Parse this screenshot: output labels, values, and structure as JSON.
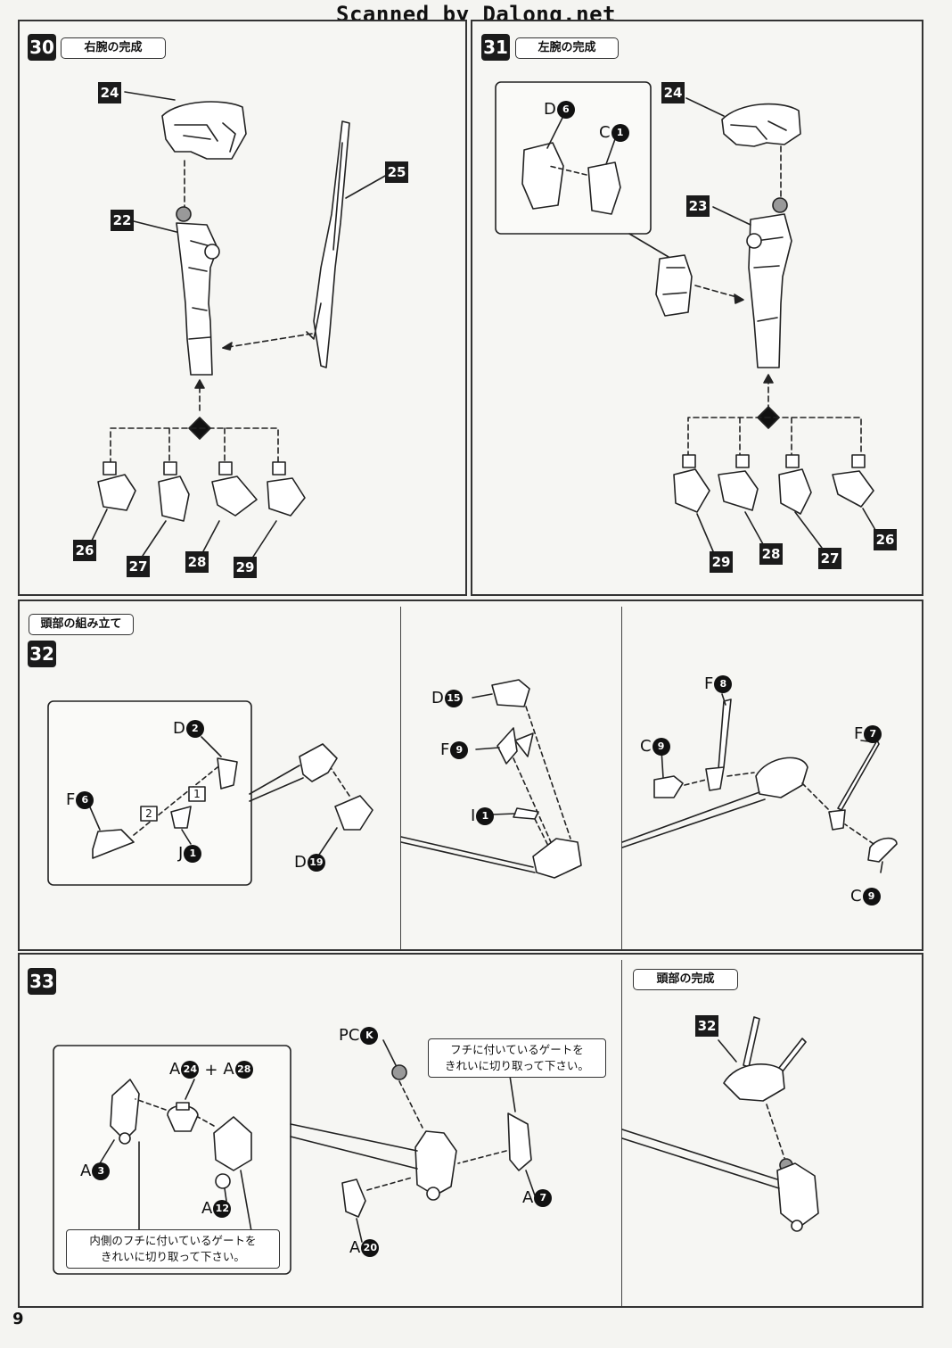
{
  "watermark": "Scanned by Dalong.net",
  "page_number": "9",
  "steps": {
    "s30": {
      "number": "30",
      "title": "右腕の完成",
      "parts": {
        "upper": "24",
        "arm": "22",
        "sword": "25",
        "hands": [
          "26",
          "27",
          "28",
          "29"
        ]
      }
    },
    "s31": {
      "number": "31",
      "title": "左腕の完成",
      "parts": {
        "upper": "24",
        "arm": "23",
        "hands": [
          "29",
          "28",
          "27",
          "26"
        ]
      },
      "inset": {
        "d": "D",
        "d_num": "6",
        "c": "C",
        "c_num": "1"
      }
    },
    "s32": {
      "number": "32",
      "title": "頭部の組み立て",
      "inset": {
        "d": "D",
        "d_num": "2",
        "f": "F",
        "f_num": "6",
        "j": "J",
        "j_num": "1",
        "step1": "1",
        "step2": "2"
      },
      "d19": {
        "l": "D",
        "n": "19"
      },
      "mid": {
        "d15": {
          "l": "D",
          "n": "15"
        },
        "f9": {
          "l": "F",
          "n": "9"
        },
        "i1": {
          "l": "I",
          "n": "1"
        }
      },
      "right": {
        "f8": {
          "l": "F",
          "n": "8"
        },
        "c9a": {
          "l": "C",
          "n": "9"
        },
        "f7": {
          "l": "F",
          "n": "7"
        },
        "c9b": {
          "l": "C",
          "n": "9"
        }
      }
    },
    "s33": {
      "number": "33",
      "inset": {
        "a24": {
          "l": "A",
          "n": "24"
        },
        "plus": "+",
        "a28": {
          "l": "A",
          "n": "28"
        },
        "a3": {
          "l": "A",
          "n": "3"
        },
        "a12": {
          "l": "A",
          "n": "12"
        },
        "note": [
          "内側のフチに付いているゲートを",
          "きれいに切り取って下さい。"
        ]
      },
      "pck": {
        "l": "PC",
        "n": "K"
      },
      "note": [
        "フチに付いているゲートを",
        "きれいに切り取って下さい。"
      ],
      "a7": {
        "l": "A",
        "n": "7"
      },
      "a20": {
        "l": "A",
        "n": "20"
      }
    },
    "head_complete": {
      "title": "頭部の完成",
      "part": "32"
    }
  }
}
